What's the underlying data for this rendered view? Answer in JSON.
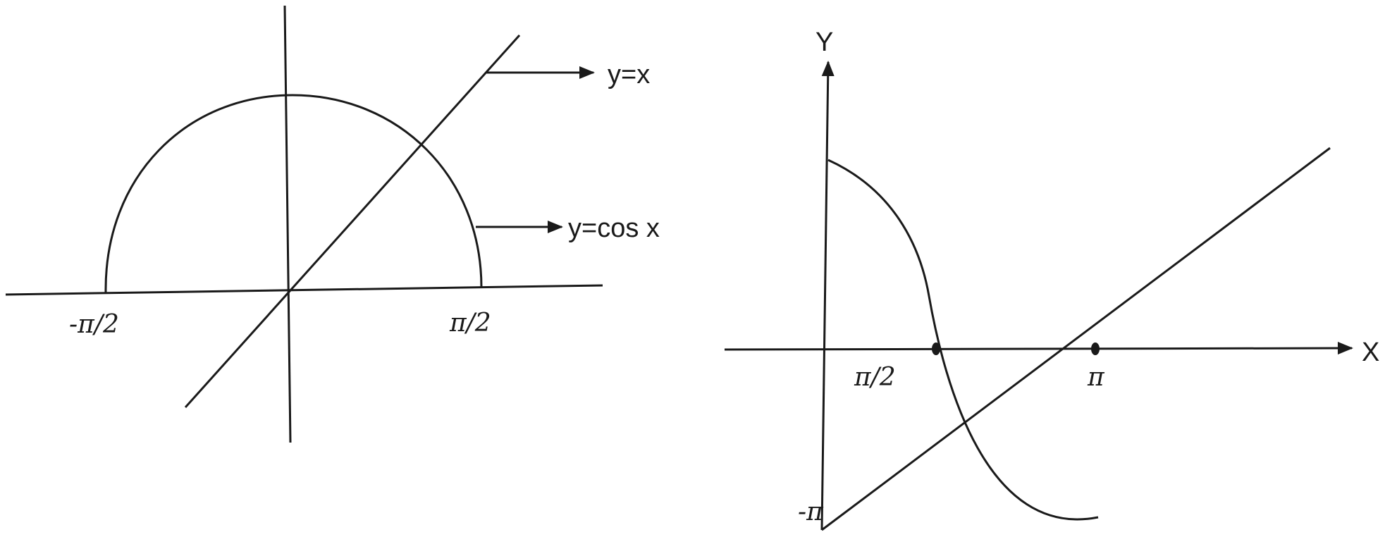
{
  "left_figure": {
    "line_label": "y=x",
    "curve_label": "y=cos x",
    "tick_neg": "-π/2",
    "tick_pos": "π/2"
  },
  "right_figure": {
    "y_axis_label": "Y",
    "x_axis_label": "X",
    "tick_half_pi": "π/2",
    "tick_pi": "π",
    "tick_neg_pi": "-π"
  },
  "colors": {
    "ink": "#1a1a1a",
    "background": "#ffffff"
  }
}
